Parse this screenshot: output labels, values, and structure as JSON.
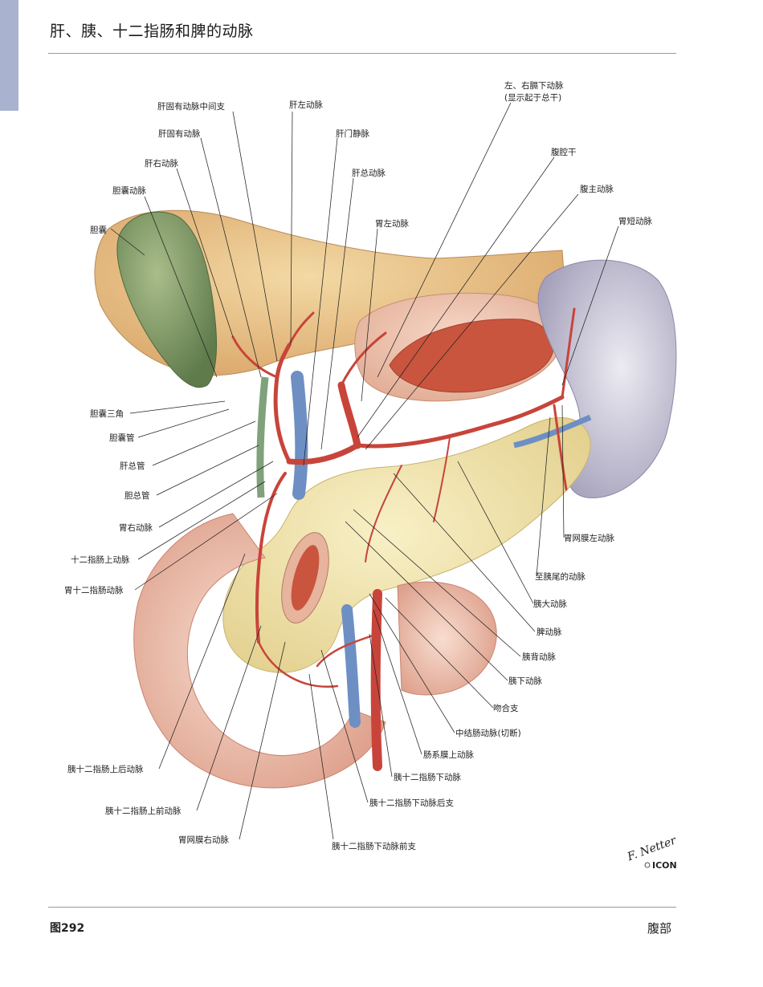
{
  "page": {
    "title": "肝、胰、十二指肠和脾的动脉",
    "figure_number": "图292",
    "section": "腹部"
  },
  "colors": {
    "artery": "#c8443a",
    "vein": "#6d8fc4",
    "gallbladder": "#7f9866",
    "spleen": "#b4b0c6",
    "pancreas": "#efe2a6",
    "duodenum": "#eab9a4",
    "tab": "#a9b2cf"
  },
  "labels": {
    "l01": "肝固有动脉中间支",
    "l02": "肝左动脉",
    "l03": "肝门静脉",
    "l04": "肝固有动脉",
    "l05": "肝右动脉",
    "l06": "胆囊动脉",
    "l07": "胆囊",
    "l08": "肝总动脉",
    "l09": "胃左动脉",
    "l10": "左、右膈下动脉",
    "l11": "(显示起于总干)",
    "l12": "腹腔干",
    "l13": "腹主动脉",
    "l14": "胃短动脉",
    "l15": "胆囊三角",
    "l16": "胆囊管",
    "l17": "肝总管",
    "l18": "胆总管",
    "l19": "胃右动脉",
    "l20": "十二指肠上动脉",
    "l21": "胃十二指肠动脉",
    "l22": "胃网膜左动脉",
    "l23": "至胰尾的动脉",
    "l24": "胰大动脉",
    "l25": "脾动脉",
    "l26": "胰背动脉",
    "l27": "胰下动脉",
    "l28": "吻合支",
    "l29": "中结肠动脉(切断)",
    "l30": "肠系膜上动脉",
    "l31": "胰十二指肠上后动脉",
    "l32": "胰十二指肠下动脉",
    "l33": "胰十二指肠下动脉后支",
    "l34": "胰十二指肠上前动脉",
    "l35": "胃网膜右动脉",
    "l36": "胰十二指肠下动脉前支"
  },
  "signature": {
    "artist": "F. Netter",
    "logo": "ICON"
  }
}
